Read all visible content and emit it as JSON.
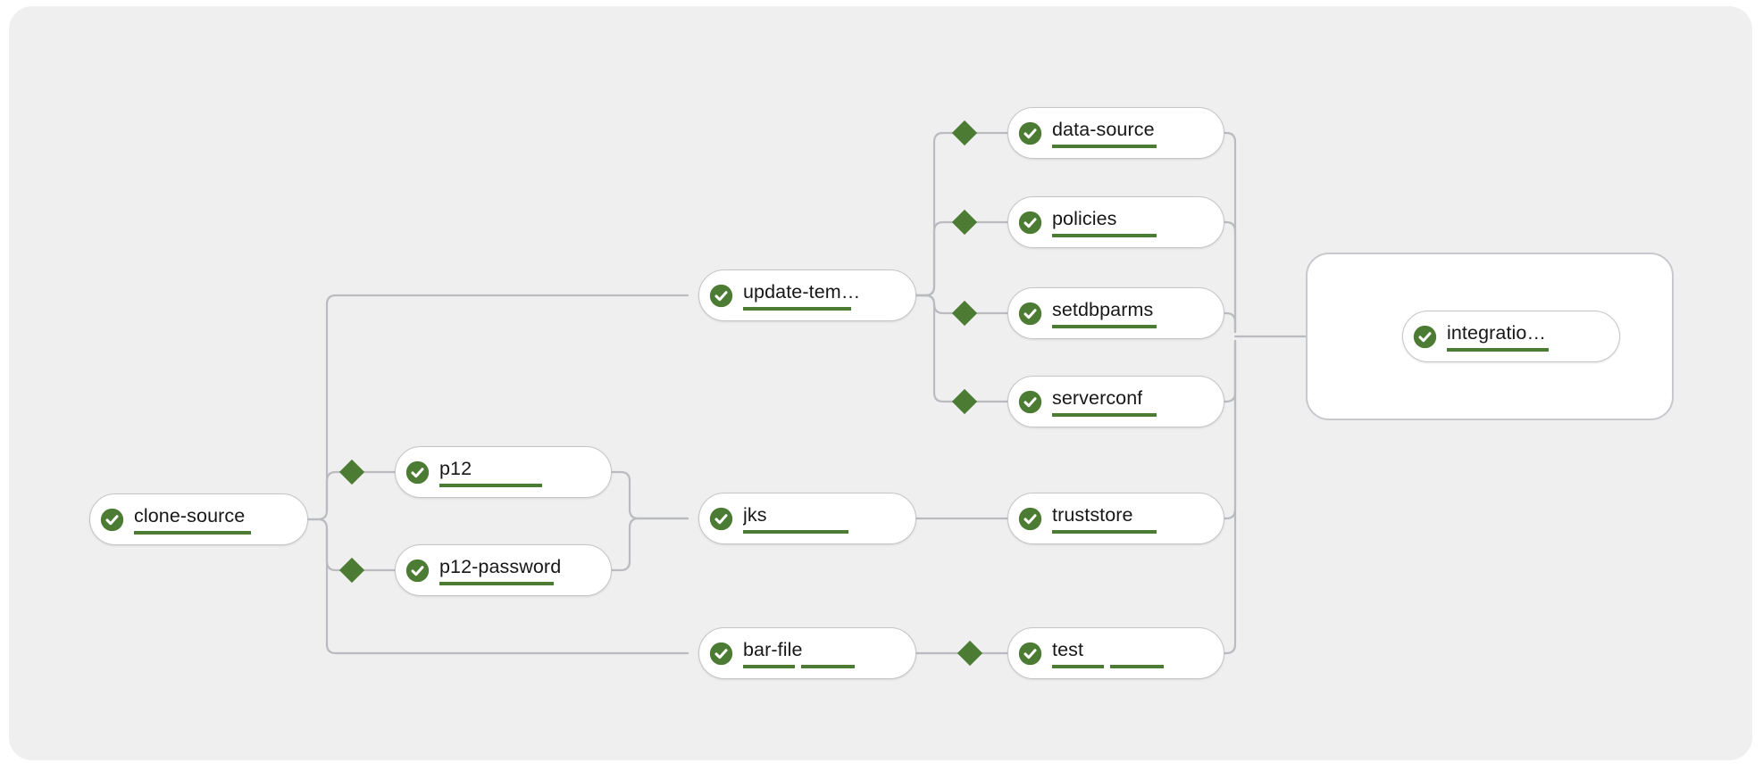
{
  "panel": {
    "background_color": "#efefef",
    "border_radius": "26px"
  },
  "theme": {
    "node_background": "#ffffff",
    "node_border": "#c3c5c8",
    "edge_color": "#b9bbbe",
    "status_green": "#4c7c33",
    "text_color": "#171717"
  },
  "graph": {
    "type": "pipeline-dependency-graph",
    "status_icon": "check-circle-icon",
    "marker_icon": "diamond-marker-icon",
    "nodes": [
      {
        "id": "clone-source",
        "label": "clone-source",
        "status": "success",
        "truncated": false,
        "underline": [
          {
            "w": 131
          }
        ]
      },
      {
        "id": "p12",
        "label": "p12",
        "status": "success",
        "truncated": false,
        "underline": [
          {
            "w": 115
          }
        ]
      },
      {
        "id": "p12-password",
        "label": "p12-password",
        "status": "success",
        "truncated": false,
        "underline": [
          {
            "w": 128
          }
        ]
      },
      {
        "id": "update-tem",
        "label": "update-tem…",
        "status": "success",
        "truncated": true,
        "underline": [
          {
            "w": 121
          }
        ]
      },
      {
        "id": "jks",
        "label": "jks",
        "status": "success",
        "truncated": false,
        "underline": [
          {
            "w": 118
          }
        ]
      },
      {
        "id": "bar-file",
        "label": "bar-file",
        "status": "success",
        "truncated": false,
        "underline": [
          {
            "w": 58
          },
          {
            "gap": 7
          },
          {
            "w": 60
          }
        ]
      },
      {
        "id": "data-source",
        "label": "data-source",
        "status": "success",
        "truncated": false,
        "underline": [
          {
            "w": 117
          }
        ]
      },
      {
        "id": "policies",
        "label": "policies",
        "status": "success",
        "truncated": false,
        "underline": [
          {
            "w": 117
          }
        ]
      },
      {
        "id": "setdbparms",
        "label": "setdbparms",
        "status": "success",
        "truncated": false,
        "underline": [
          {
            "w": 117
          }
        ]
      },
      {
        "id": "serverconf",
        "label": "serverconf",
        "status": "success",
        "truncated": false,
        "underline": [
          {
            "w": 117
          }
        ]
      },
      {
        "id": "truststore",
        "label": "truststore",
        "status": "success",
        "truncated": false,
        "underline": [
          {
            "w": 117
          }
        ]
      },
      {
        "id": "test",
        "label": "test",
        "status": "success",
        "truncated": false,
        "underline": [
          {
            "w": 58
          },
          {
            "gap": 7
          },
          {
            "w": 60
          }
        ]
      },
      {
        "id": "integration",
        "label": "integratio…",
        "status": "success",
        "truncated": true,
        "underline": [
          {
            "w": 114
          }
        ]
      }
    ],
    "group": {
      "id": "integration-group",
      "contains": [
        "integration"
      ]
    },
    "diamond_markers": 7
  }
}
